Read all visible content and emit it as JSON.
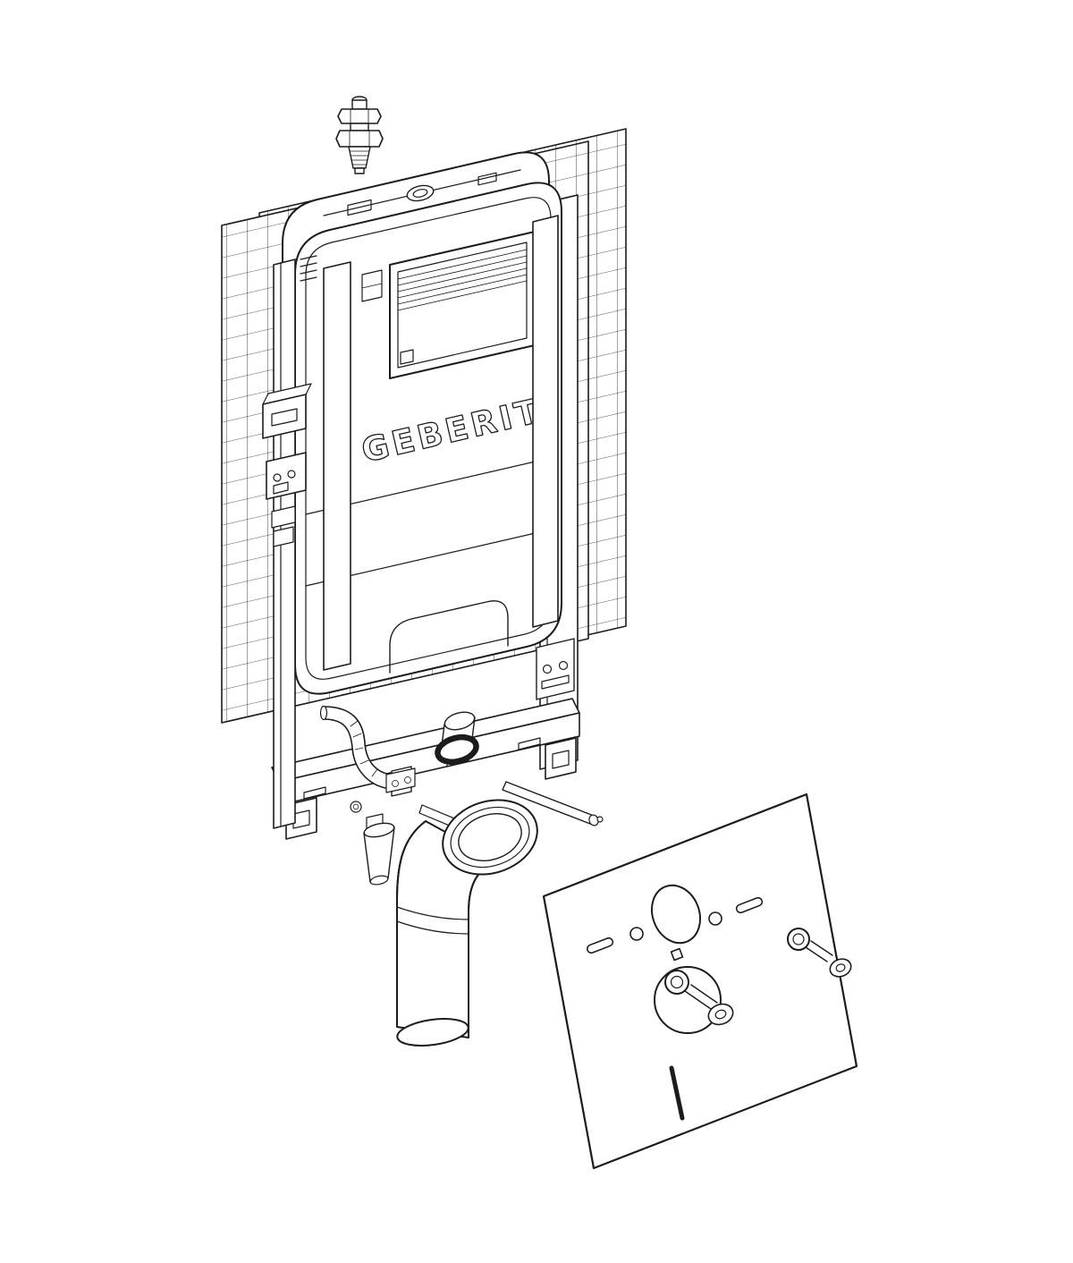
{
  "style": {
    "background": "#ffffff",
    "paper_color": "#ffffff",
    "line_color": "#1c1c1c",
    "grid_line_width": "0.8"
  },
  "diagram": {
    "type": "technical-illustration",
    "subject": "concealed-cistern-installation-element-exploded-view",
    "brand_embossed_text": "GEBERIT",
    "parts": [
      {
        "name": "water-supply-stop-valve"
      },
      {
        "name": "plasterboard-grid-panel-back"
      },
      {
        "name": "plasterboard-grid-panel-front"
      },
      {
        "name": "mounting-frame-left-rail"
      },
      {
        "name": "mounting-frame-right-rail"
      },
      {
        "name": "front-rail-left"
      },
      {
        "name": "front-rail-right"
      },
      {
        "name": "wall-fixing-bracket-upper"
      },
      {
        "name": "wall-fixing-bracket-lower"
      },
      {
        "name": "bottom-crossbar"
      },
      {
        "name": "foot-plate-left"
      },
      {
        "name": "foot-plate-right"
      },
      {
        "name": "concealed-cistern"
      },
      {
        "name": "filler-cap"
      },
      {
        "name": "flush-plate-access-window"
      },
      {
        "name": "water-inlet-bend"
      },
      {
        "name": "flush-valve-seal"
      },
      {
        "name": "actuator-rod"
      },
      {
        "name": "outlet-socket-cup"
      },
      {
        "name": "waste-outlet-elbow-pipe"
      },
      {
        "name": "funnel-cone"
      },
      {
        "name": "sound-insulation-mat"
      },
      {
        "name": "fixing-screw-with-washer-left"
      },
      {
        "name": "fixing-screw-with-washer-right"
      }
    ]
  }
}
